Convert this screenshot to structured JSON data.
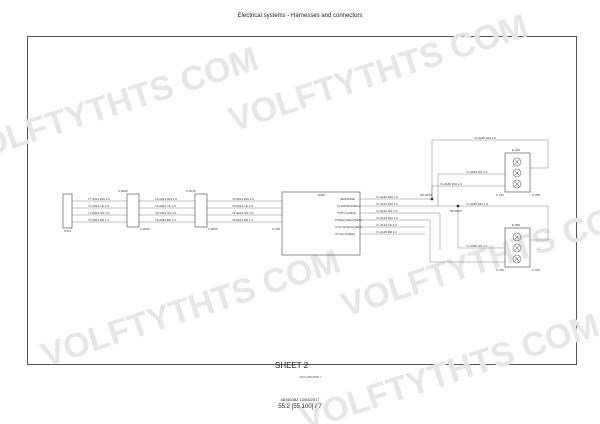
{
  "header": {
    "title": "Electrical systems - Harnesses and connectors"
  },
  "sheet": {
    "label": "SHEET 2"
  },
  "figure_ref": "RCIL96DS062 1",
  "footer": {
    "code": "48150382 13/03/2017",
    "page": "55.2 [55.100] / 7"
  },
  "watermark": {
    "text": "VOLFTYTHTS COM"
  },
  "components": {
    "c1": {
      "id": "",
      "bottom": "X?01"
    },
    "c2": {
      "top": "X-0005",
      "bottom": "X-0006"
    },
    "c3": {
      "top": "X-0015",
      "bottom": "X-0016"
    },
    "module": {
      "id": "A400",
      "pins": [
        "SENSORE",
        "CLK/DATA(SEG)",
        "T(ST) G(SEG)",
        "P(SEG)(SEG)(SEG)",
        "X-CT G(SEG)(SEG)",
        "X(T/D) D(SEG)"
      ],
      "bottom": "X-793"
    },
    "lamp_top": {
      "id": "E-350",
      "bottom": "X-761",
      "right": "X-758"
    },
    "lamp_bot": {
      "id": "E-359",
      "bottom": "X-762",
      "right": "X-763"
    },
    "splice1": "SP-9128",
    "splice2": "SP-8120"
  },
  "wires": {
    "seg1": [
      "77-0021 WH 1.0",
      "77-0022 YE 1.0",
      "77-0023 GN 1.0",
      "77-0024 BR 1.0"
    ],
    "seg2": [
      "73-0021 WH 1.0",
      "73-0022 YE 1.0",
      "73-0023 GN 1.0",
      "73-0024 BR 1.0"
    ],
    "seg3": [
      "73-0021 WH 1.0",
      "73-0022 YE 1.0",
      "73-0023 GN 1.0",
      "73-0024 BR 1.0"
    ],
    "out": [
      "7L-0120 WH 1.0",
      "7L-0121 WH 1.0",
      "7L-0122 GN 1.0",
      "7L-0123 WH 1.0",
      "7L-0124 YE 1.0",
      "7L-0125 BR 1.0"
    ],
    "top_bus": "7L-0185 WH 1.0",
    "lamp1": "7L-0184 GN 1.0",
    "lamp2": "7L-0185 WH 1.0",
    "lamp3": "7L-0186 WH 1.0",
    "lamp4": "7L-0186 GN 1.0"
  }
}
